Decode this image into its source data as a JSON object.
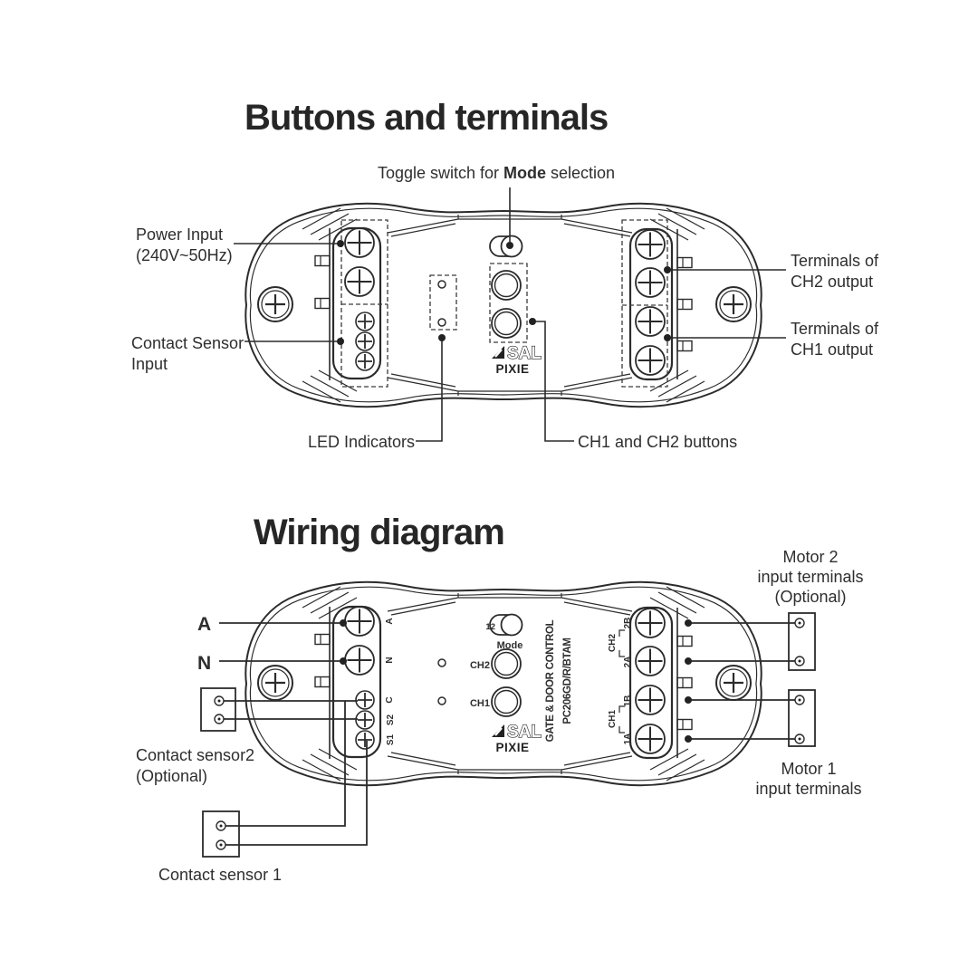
{
  "page": {
    "background": "#ffffff",
    "ink_color": "#2b2b2b",
    "text_color": "#2e2e2e"
  },
  "brand": {
    "logo": "SAL",
    "model": "PIXIE"
  },
  "section1": {
    "title": "Buttons and terminals",
    "toggle_label_pre": "Toggle switch for ",
    "toggle_label_bold": "Mode",
    "toggle_label_post": " selection",
    "labels": {
      "power_line1": "Power Input",
      "power_line2": "(240V~50Hz)",
      "contact_line1": "Contact Sensor",
      "contact_line2": "Input",
      "ch2_out_line1": "Terminals of",
      "ch2_out_line2": "CH2 output",
      "ch1_out_line1": "Terminals of",
      "ch1_out_line2": "CH1 output",
      "led": "LED Indicators",
      "buttons": "CH1 and CH2 buttons"
    }
  },
  "section2": {
    "title": "Wiring diagram",
    "labels": {
      "a": "A",
      "n": "N",
      "sensor2_line1": "Contact sensor2",
      "sensor2_line2": "(Optional)",
      "sensor1": "Contact sensor 1",
      "motor2_line1": "Motor 2",
      "motor2_line2": "input terminals",
      "motor2_line3": "(Optional)",
      "motor1_line1": "Motor 1",
      "motor1_line2": "input terminals"
    },
    "device": {
      "toggle_positions": "12",
      "mode": "Mode",
      "ch2": "CH2",
      "ch1": "CH1",
      "product_line1": "GATE & DOOR CONTROL",
      "product_line2": "PC206GD/R/BTAM",
      "terminals_left": [
        "A",
        "N",
        "C",
        "S2",
        "S1"
      ],
      "terminals_right": [
        "2B",
        "2A",
        "1B",
        "1A"
      ],
      "group_ch2": "CH2",
      "group_ch1": "CH1"
    }
  }
}
